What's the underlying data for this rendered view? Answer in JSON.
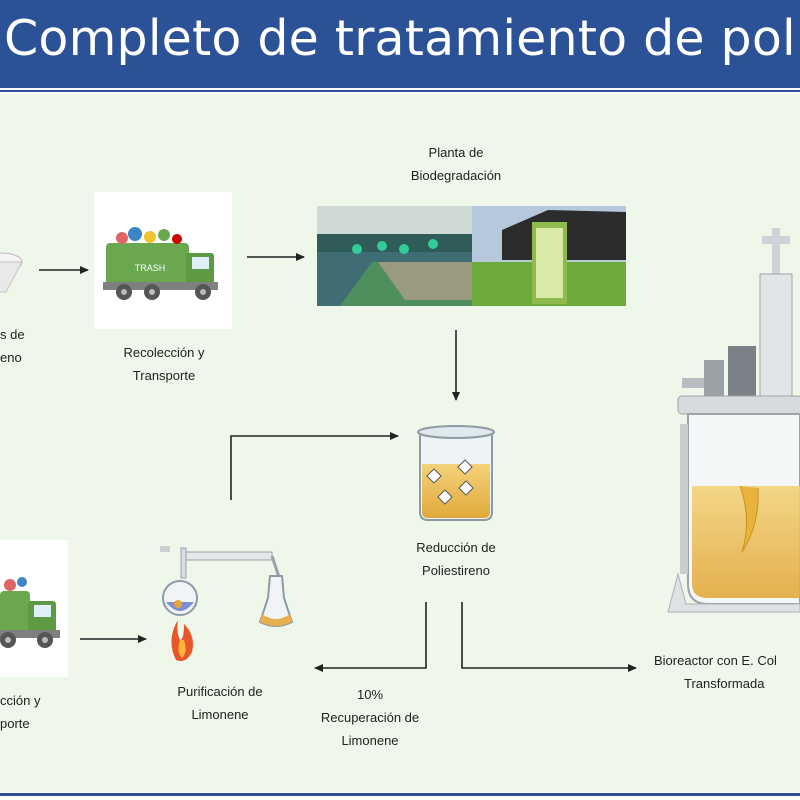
{
  "header": {
    "title": "Completo de tratamiento de poli"
  },
  "labels": {
    "source_line1": "s de",
    "source_line2": "eno",
    "recollection_top_line1": "Recolección y",
    "recollection_top_line2": "Transporte",
    "plant_line1": "Planta de",
    "plant_line2": "Biodegradación",
    "reduction_line1": "Reducción de",
    "reduction_line2": "Poliestireno",
    "bioreactor_line1": "Bioreactor con E. Col",
    "bioreactor_line2": "Transformada",
    "recollection_bottom_line1": "cción y",
    "recollection_bottom_line2": "porte",
    "purification_line1": "Purificación de",
    "purification_line2": "Limonene",
    "recovery_line1": "10%",
    "recovery_line2": "Recuperación  de",
    "recovery_line3": "Limonene"
  },
  "icons": {
    "truck_badge": "TRASH"
  },
  "colors": {
    "header_bg": "#2b5297",
    "canvas_bg": "#eef7ea",
    "truck_green": "#6aa84f",
    "liquid_amber": "#e8b84a"
  }
}
